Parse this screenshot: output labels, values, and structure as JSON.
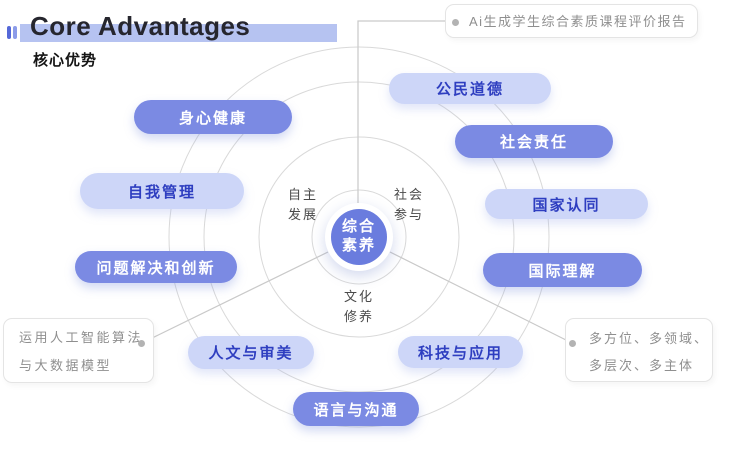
{
  "header": {
    "title_en": "Core Advantages",
    "title_zh": "核心优势"
  },
  "callouts": {
    "top": {
      "text": "Ai生成学生综合素质课程评价报告"
    },
    "left": {
      "line1": "运用人工智能算法",
      "line2": "与大数据模型"
    },
    "right": {
      "line1": "多方位、多领域、",
      "line2": "多层次、多主体"
    }
  },
  "diagram": {
    "center": {
      "line1": "综合",
      "line2": "素养"
    },
    "sectors": [
      {
        "line1": "自主",
        "line2": "发展"
      },
      {
        "line1": "社会",
        "line2": "参与"
      },
      {
        "line1": "文化",
        "line2": "修养"
      }
    ],
    "pills": [
      {
        "label": "身心健康",
        "variant": "dark"
      },
      {
        "label": "公民道德",
        "variant": "light"
      },
      {
        "label": "社会责任",
        "variant": "dark"
      },
      {
        "label": "自我管理",
        "variant": "light"
      },
      {
        "label": "国家认同",
        "variant": "light"
      },
      {
        "label": "问题解决和创新",
        "variant": "dark"
      },
      {
        "label": "国际理解",
        "variant": "dark"
      },
      {
        "label": "人文与审美",
        "variant": "light"
      },
      {
        "label": "科技与应用",
        "variant": "light"
      },
      {
        "label": "语言与沟通",
        "variant": "dark"
      }
    ]
  },
  "colors": {
    "pill_dark": "#7b8ae3",
    "pill_light": "#cdd6f8",
    "pill_light_text": "#2e3ec0",
    "center_circle": "#6a7cde",
    "title_highlight": "#a9b8ef",
    "title_bars": "#5568d8",
    "ring_stroke": "#d9d9d9",
    "connector": "#c9c9c9",
    "callout_text": "#8f8f8f"
  }
}
